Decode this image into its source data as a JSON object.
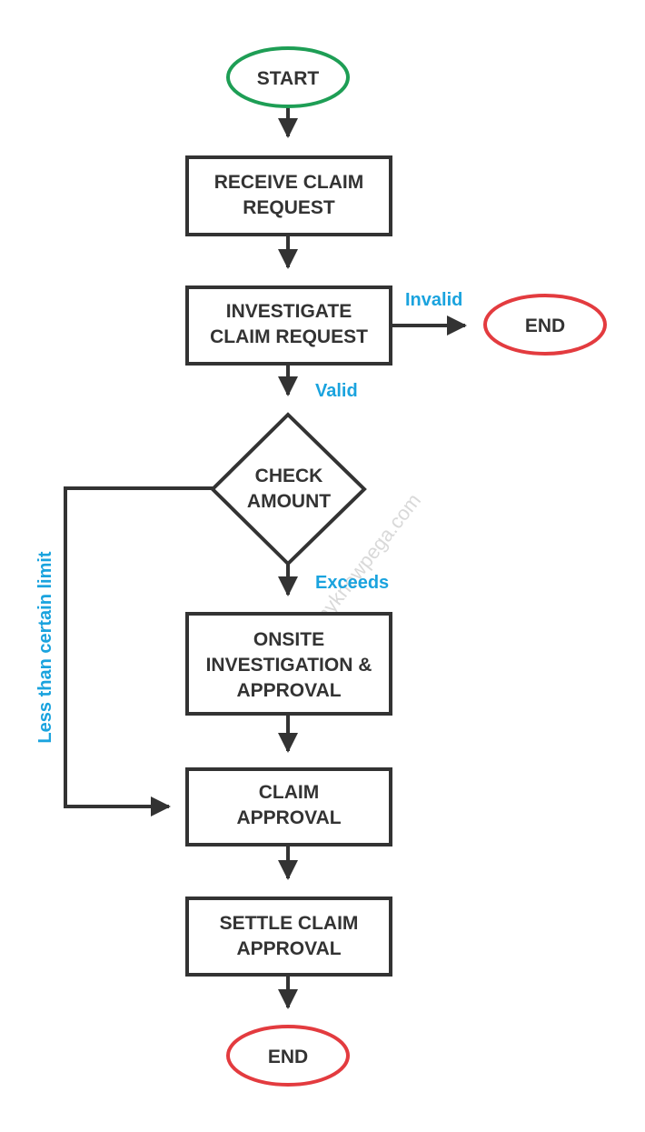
{
  "colors": {
    "stroke": "#333333",
    "start_stroke": "#1e9e55",
    "end_stroke": "#e33b3f",
    "edge_label": "#1aa3de",
    "watermark": "#d9d9d9"
  },
  "nodes": {
    "start": {
      "lines": [
        "START"
      ]
    },
    "receive": {
      "lines": [
        "RECEIVE CLAIM",
        "REQUEST"
      ]
    },
    "investigate": {
      "lines": [
        "INVESTIGATE",
        "CLAIM REQUEST"
      ]
    },
    "end_invalid": {
      "lines": [
        "END"
      ]
    },
    "check": {
      "lines": [
        "CHECK",
        "AMOUNT"
      ]
    },
    "onsite": {
      "lines": [
        "ONSITE",
        "INVESTIGATION &",
        "APPROVAL"
      ]
    },
    "approval": {
      "lines": [
        "CLAIM",
        "APPROVAL"
      ]
    },
    "settle": {
      "lines": [
        "SETTLE CLAIM",
        "APPROVAL"
      ]
    },
    "end_final": {
      "lines": [
        "END"
      ]
    }
  },
  "edge_labels": {
    "invalid": "Invalid",
    "valid": "Valid",
    "exceeds": "Exceeds",
    "less_than": "Less than certain limit"
  },
  "watermark": "myknowpega.com"
}
